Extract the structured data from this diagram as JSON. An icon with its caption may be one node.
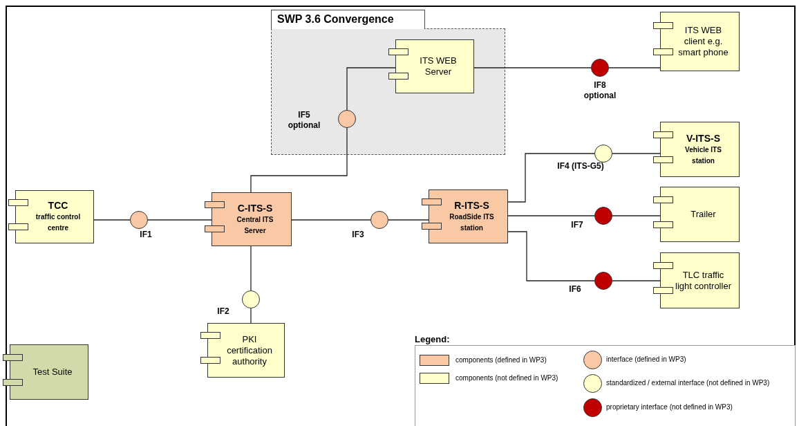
{
  "diagram": {
    "nodes": [
      {
        "text": [
          "SWP 3.6 Convergence"
        ]
      },
      {
        "text": [
          "ITS WEB Server"
        ],
        "in": 0
      },
      {
        "text": [],
        "shape": "circle",
        "in": 0,
        "beside": [
          "IF5 optional"
        ]
      },
      {
        "text": [
          "ITS WEB client e.g. smart phone"
        ]
      },
      {
        "text": [],
        "shape": "circle",
        "beside": [
          "IF8 optional"
        ]
      },
      {
        "text": [
          "TCC",
          "traffic control centre"
        ]
      },
      {
        "text": [],
        "shape": "circle",
        "beside": [
          "IF1"
        ]
      },
      {
        "text": [
          "C-ITS-S",
          "Central ITS Server"
        ]
      },
      {
        "text": [],
        "shape": "circle",
        "beside": [
          "IF3"
        ]
      },
      {
        "text": [
          "R-ITS-S",
          "RoadSide ITS station"
        ]
      },
      {
        "text": [],
        "shape": "circle",
        "beside": [
          "IF4 (ITS-G5)"
        ]
      },
      {
        "text": [
          "V-ITS-S",
          "Vehicle ITS station"
        ]
      },
      {
        "text": [],
        "shape": "circle",
        "beside": [
          "IF7"
        ]
      },
      {
        "text": [
          "Trailer"
        ]
      },
      {
        "text": [],
        "shape": "circle",
        "beside": [
          "IF6"
        ]
      },
      {
        "text": [
          "TLC traffic light controller"
        ]
      },
      {
        "text": [],
        "shape": "circle",
        "beside": [
          "IF2"
        ]
      },
      {
        "text": [
          "PKI certification authority"
        ]
      },
      {
        "text": [
          "Test Suite"
        ]
      }
    ],
    "edges": [
      {
        "from": 1,
        "to": 2,
        "arrow": "none"
      },
      {
        "from": 2,
        "to": 7,
        "arrow": "none"
      },
      {
        "from": 1,
        "to": 4,
        "arrow": "none"
      },
      {
        "from": 4,
        "to": 3,
        "arrow": "none"
      },
      {
        "from": 5,
        "to": 6,
        "arrow": "none"
      },
      {
        "from": 6,
        "to": 7,
        "arrow": "none"
      },
      {
        "from": 7,
        "to": 8,
        "arrow": "none"
      },
      {
        "from": 8,
        "to": 9,
        "arrow": "none"
      },
      {
        "from": 9,
        "to": 10,
        "arrow": "none"
      },
      {
        "from": 10,
        "to": 11,
        "arrow": "none"
      },
      {
        "from": 9,
        "to": 12,
        "arrow": "none"
      },
      {
        "from": 12,
        "to": 13,
        "arrow": "none"
      },
      {
        "from": 9,
        "to": 14,
        "arrow": "none"
      },
      {
        "from": 14,
        "to": 15,
        "arrow": "none"
      },
      {
        "from": 7,
        "to": 16,
        "arrow": "none"
      },
      {
        "from": 16,
        "to": 17,
        "arrow": "none"
      }
    ],
    "labels": [
      "Legend:"
    ],
    "legend": [
      {
        "text": "components (defined in WP3)",
        "color": "#f9c9a5"
      },
      {
        "text": "interface (defined in WP3)",
        "color": "#f9c9a5"
      },
      {
        "text": "components (not defined in WP3)",
        "color": "#ffffcc"
      },
      {
        "text": "standardized / external interface (not defined in WP3)",
        "color": "#ffffcc"
      },
      {
        "text": "proprietary interface (not defined in WP3)",
        "color": "#c00000"
      }
    ]
  }
}
